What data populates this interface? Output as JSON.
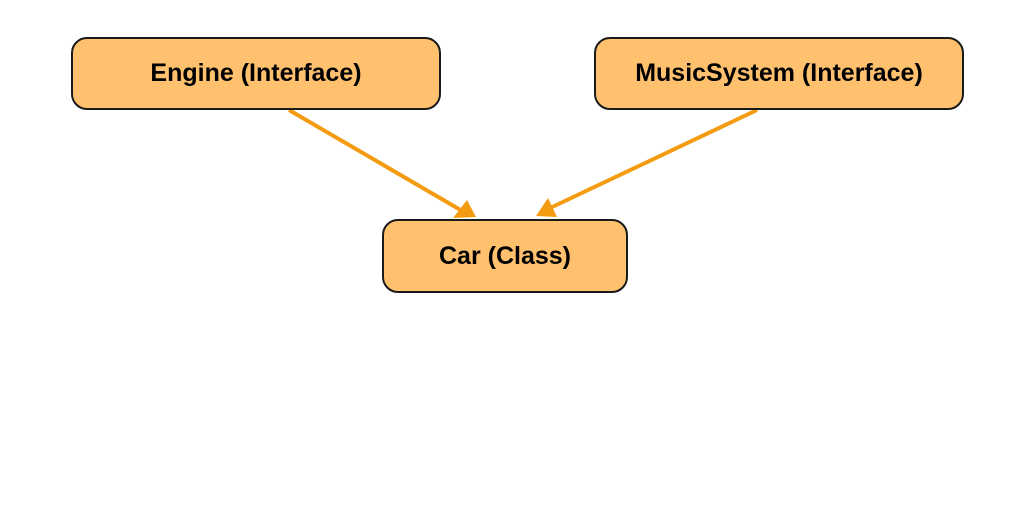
{
  "colors": {
    "node_fill": "#ffc16e",
    "node_border": "#1a1a1a",
    "arrow": "#f39c12",
    "background": "#ffffff"
  },
  "nodes": {
    "engine": {
      "label": "Engine (Interface)"
    },
    "music_system": {
      "label": "MusicSystem (Interface)"
    },
    "car": {
      "label": "Car (Class)"
    }
  },
  "edges": [
    {
      "from": "Engine (Interface)",
      "to": "Car (Class)"
    },
    {
      "from": "MusicSystem (Interface)",
      "to": "Car (Class)"
    }
  ]
}
